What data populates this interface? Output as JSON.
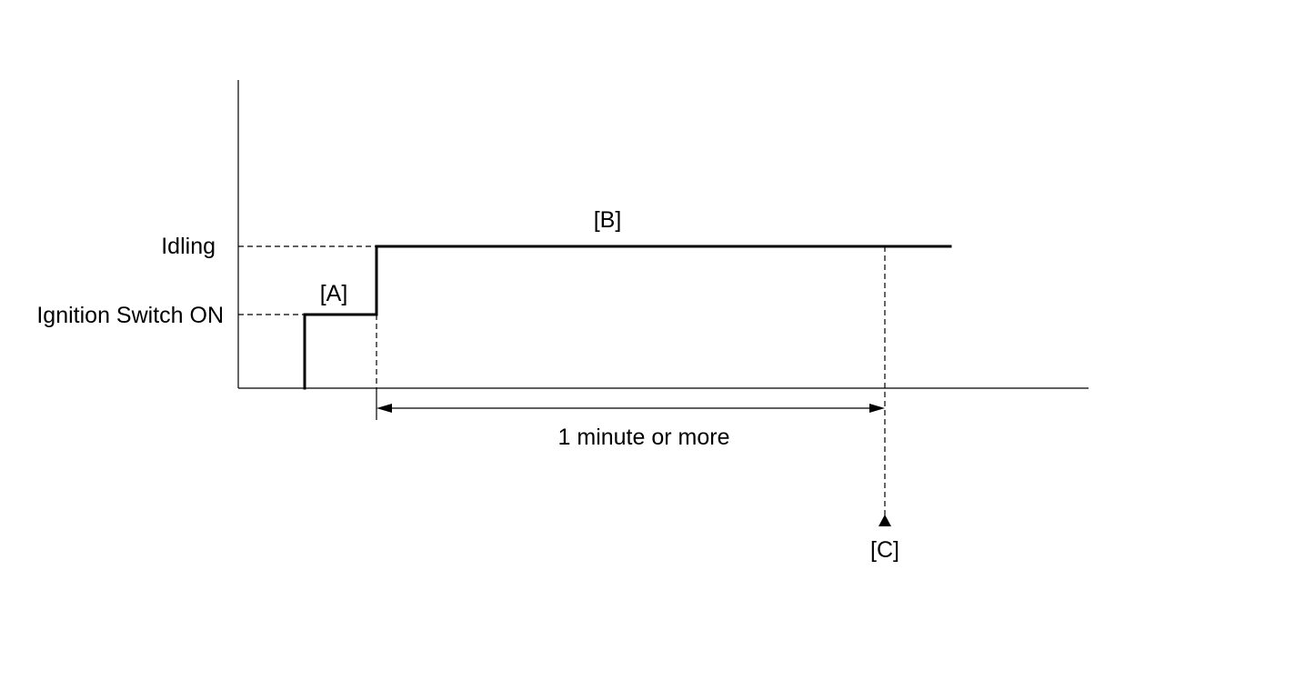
{
  "diagram": {
    "levels": {
      "idling": "Idling",
      "ignition_on": "Ignition Switch ON"
    },
    "phases": {
      "a": "[A]",
      "b": "[B]",
      "c": "[C]"
    },
    "duration_label": "1 minute or more"
  }
}
